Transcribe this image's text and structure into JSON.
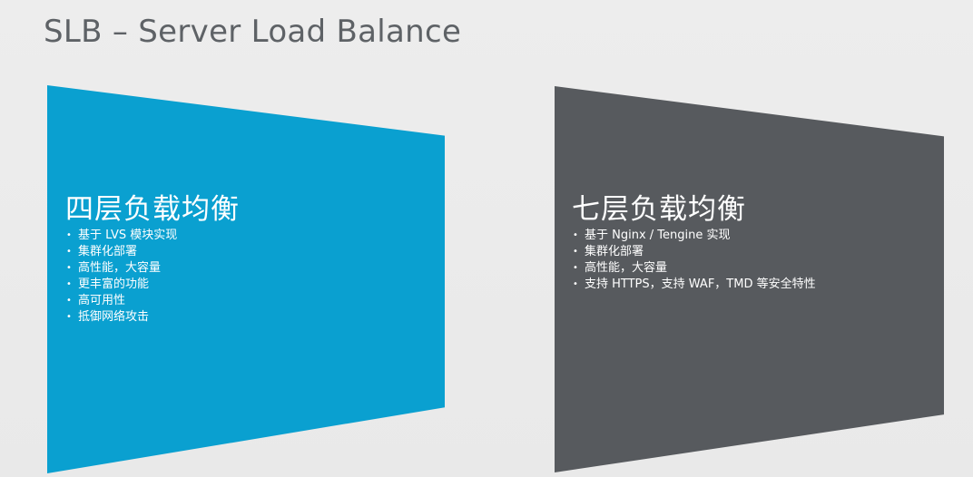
{
  "slide": {
    "title": "SLB – Server Load Balance"
  },
  "panels": [
    {
      "heading": "四层负载均衡",
      "color": "#0aa0d0",
      "bullet_icon": "bullet-dot",
      "items": [
        "基于 LVS 模块实现",
        "集群化部署",
        "高性能，大容量",
        "更丰富的功能",
        "高可用性",
        "抵御网络攻击"
      ]
    },
    {
      "heading": "七层负载均衡",
      "color": "#575a5e",
      "bullet_icon": "bullet-dot",
      "items": [
        "基于 Nginx / Tengine 实现",
        "集群化部署",
        "高性能，大容量",
        "支持 HTTPS，支持 WAF，TMD 等安全特性"
      ]
    }
  ]
}
